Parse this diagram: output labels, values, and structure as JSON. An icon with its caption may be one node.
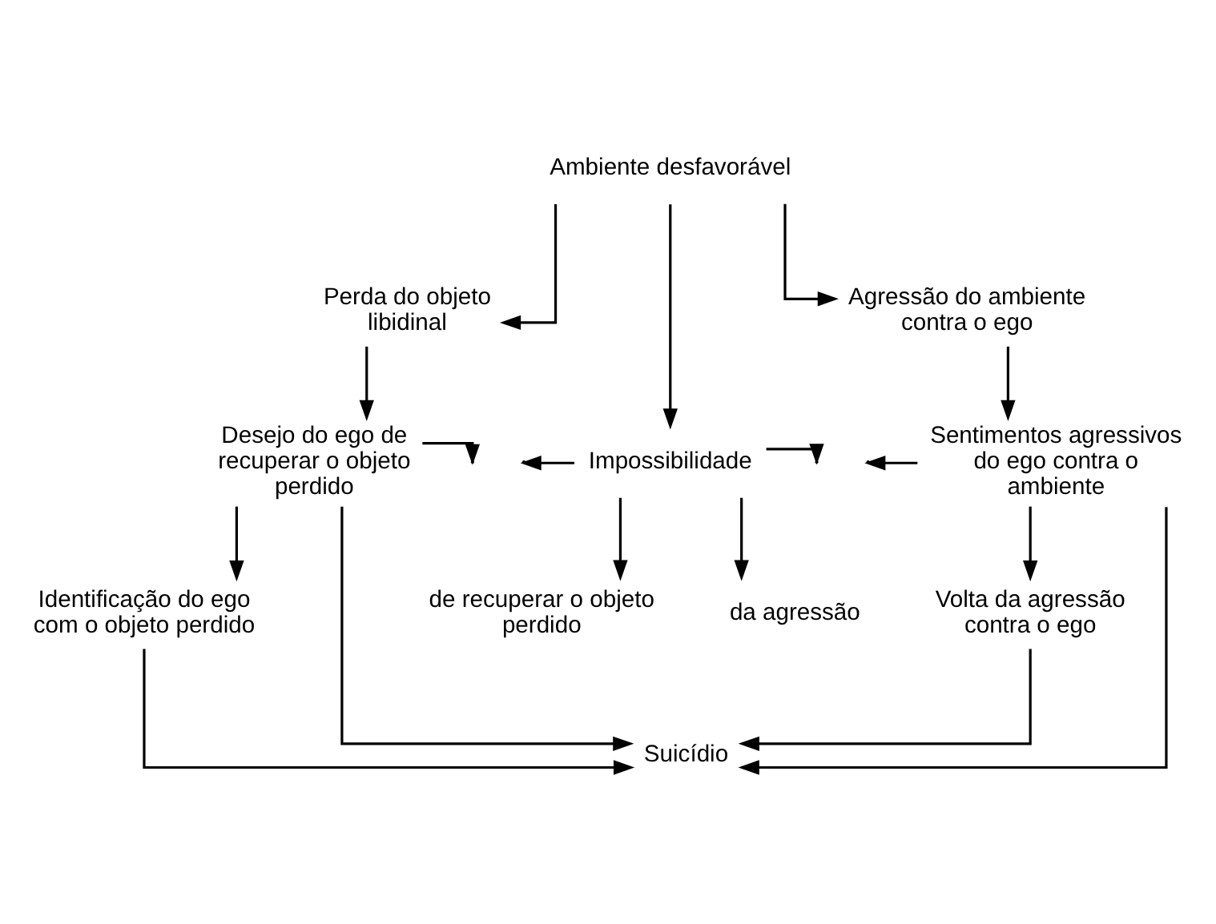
{
  "diagram": {
    "nodes": [
      {
        "text": [
          "Ambiente desfavorável"
        ]
      },
      {
        "text": [
          "Perda do objeto libidinal"
        ]
      },
      {
        "text": [
          "Agressão do ambiente contra o ego"
        ]
      },
      {
        "text": [
          "Desejo do ego de recuperar o objeto perdido"
        ]
      },
      {
        "text": [
          "Impossibilidade"
        ]
      },
      {
        "text": [
          "Sentimentos agressivos do ego contra o ambiente"
        ]
      },
      {
        "text": [
          "de recuperar o objeto perdido"
        ]
      },
      {
        "text": [
          "da agressão"
        ]
      },
      {
        "text": [
          "Identificação do ego com o objeto perdido"
        ]
      },
      {
        "text": [
          "Volta da agressão contra o ego"
        ]
      },
      {
        "text": [
          "Suicídio"
        ]
      }
    ],
    "edges": [
      {
        "from": 0,
        "to": 1,
        "arrow": "to"
      },
      {
        "from": 0,
        "to": 4,
        "arrow": "to"
      },
      {
        "from": 0,
        "to": 2,
        "arrow": "to"
      },
      {
        "from": 1,
        "to": 3,
        "arrow": "to"
      },
      {
        "from": 2,
        "to": 5,
        "arrow": "to"
      },
      {
        "from": 3,
        "to": null,
        "arrow": "to"
      },
      {
        "from": 4,
        "to": null,
        "arrow": "to"
      },
      {
        "from": 4,
        "to": null,
        "arrow": "to"
      },
      {
        "from": 5,
        "to": null,
        "arrow": "to"
      },
      {
        "from": 4,
        "to": 6,
        "arrow": "to"
      },
      {
        "from": 4,
        "to": 7,
        "arrow": "to"
      },
      {
        "from": 3,
        "to": 8,
        "arrow": "to"
      },
      {
        "from": 5,
        "to": 9,
        "arrow": "to"
      },
      {
        "from": 8,
        "to": 10,
        "arrow": "to"
      },
      {
        "from": 3,
        "to": 10,
        "arrow": "to"
      },
      {
        "from": 5,
        "to": 10,
        "arrow": "to"
      },
      {
        "from": 9,
        "to": 10,
        "arrow": "to"
      }
    ]
  }
}
